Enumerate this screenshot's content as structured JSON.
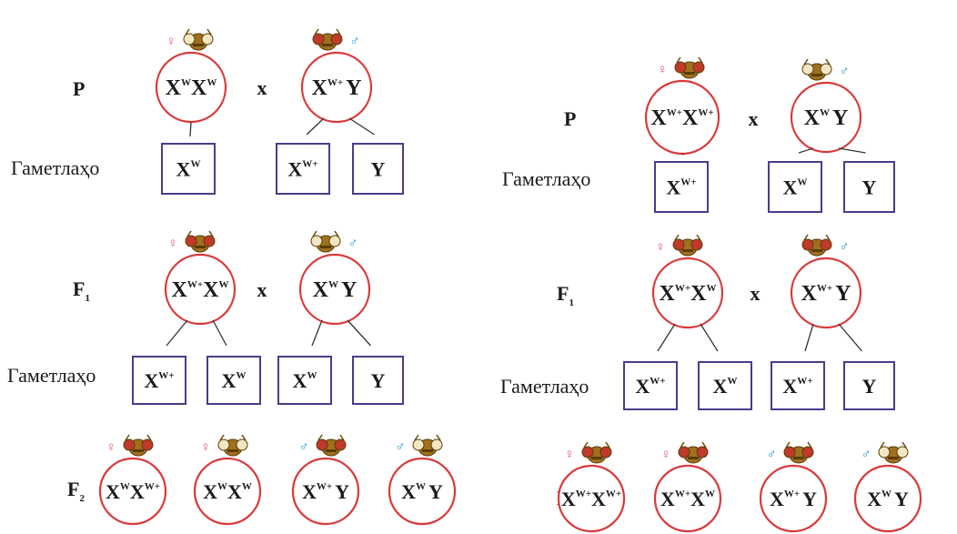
{
  "labels": {
    "cross_sign": "x",
    "gametes": "Гаметлаҳо",
    "female_symbol": "♀",
    "male_symbol": "♂"
  },
  "colors": {
    "circle_stroke": "#d93a3a",
    "box_stroke": "#4a3c8c",
    "female_symbol": "#e0507a",
    "male_symbol": "#2a9ad6",
    "fly_red_eye": "#c0392b",
    "fly_white_eye": "#f2e7c2",
    "fly_body": "#a07020"
  },
  "crosses": [
    {
      "P": {
        "label": "P",
        "female": {
          "sym": "female",
          "eye": "white",
          "base": "X",
          "g1": "W",
          "g2": "W"
        },
        "male": {
          "sym": "male",
          "eye": "red",
          "base": "X",
          "g1": "W+",
          "suffix": "Y"
        }
      },
      "gametes_1": [
        {
          "base": "X",
          "sup": "W"
        },
        {
          "base": "X",
          "sup": "W+"
        },
        {
          "base": "Y",
          "sup": ""
        }
      ],
      "F1": {
        "label": "F",
        "sub": "1",
        "female": {
          "sym": "female",
          "eye": "red",
          "base": "X",
          "g1": "W+",
          "g2": "W"
        },
        "male": {
          "sym": "male",
          "eye": "white",
          "base": "X",
          "g1": "W",
          "suffix": "Y"
        }
      },
      "gametes_2": [
        {
          "base": "X",
          "sup": "W+"
        },
        {
          "base": "X",
          "sup": "W"
        },
        {
          "base": "X",
          "sup": "W"
        },
        {
          "base": "Y",
          "sup": ""
        }
      ],
      "F2": {
        "label": "F",
        "sub": "2",
        "offspring": [
          {
            "sym": "female",
            "eye": "red",
            "g1": "W",
            "g2": "W+"
          },
          {
            "sym": "female",
            "eye": "white",
            "g1": "W",
            "g2": "W"
          },
          {
            "sym": "male",
            "eye": "red",
            "g1": "W+",
            "y": "Y"
          },
          {
            "sym": "male",
            "eye": "white",
            "g1": "W",
            "y": "Y"
          }
        ]
      }
    },
    {
      "P": {
        "label": "P",
        "female": {
          "sym": "female",
          "eye": "red",
          "base": "X",
          "g1": "W+",
          "g2": "W+"
        },
        "male": {
          "sym": "male",
          "eye": "white",
          "base": "X",
          "g1": "W",
          "suffix": "Y"
        }
      },
      "gametes_1": [
        {
          "base": "X",
          "sup": "W+"
        },
        {
          "base": "X",
          "sup": "W"
        },
        {
          "base": "Y",
          "sup": ""
        }
      ],
      "F1": {
        "label": "F",
        "sub": "1",
        "female": {
          "sym": "female",
          "eye": "red",
          "base": "X",
          "g1": "W+",
          "g2": "W"
        },
        "male": {
          "sym": "male",
          "eye": "red",
          "base": "X",
          "g1": "W+",
          "suffix": "Y"
        }
      },
      "gametes_2": [
        {
          "base": "X",
          "sup": "W+"
        },
        {
          "base": "X",
          "sup": "W"
        },
        {
          "base": "X",
          "sup": "W+"
        },
        {
          "base": "Y",
          "sup": ""
        }
      ],
      "F2": {
        "label": "F",
        "sub": "2",
        "offspring": [
          {
            "sym": "female",
            "eye": "red",
            "g1": "W+",
            "g2": "W+"
          },
          {
            "sym": "female",
            "eye": "red",
            "g1": "W+",
            "g2": "W"
          },
          {
            "sym": "male",
            "eye": "red",
            "g1": "W+",
            "y": "Y"
          },
          {
            "sym": "male",
            "eye": "white",
            "g1": "W",
            "y": "Y"
          }
        ]
      }
    }
  ]
}
